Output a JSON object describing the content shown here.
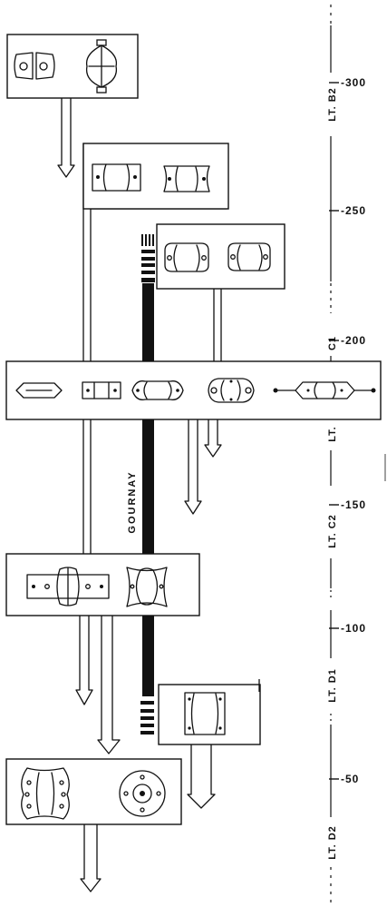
{
  "site_label": "GOURNAY",
  "scale": {
    "ticks": [
      "-300",
      "-250",
      "-200",
      "-150",
      "-100",
      "-50"
    ]
  },
  "phases": [
    "LT. B2",
    "C1",
    "LT.",
    "LT. C2",
    "LT. D1",
    "LT. D2"
  ]
}
